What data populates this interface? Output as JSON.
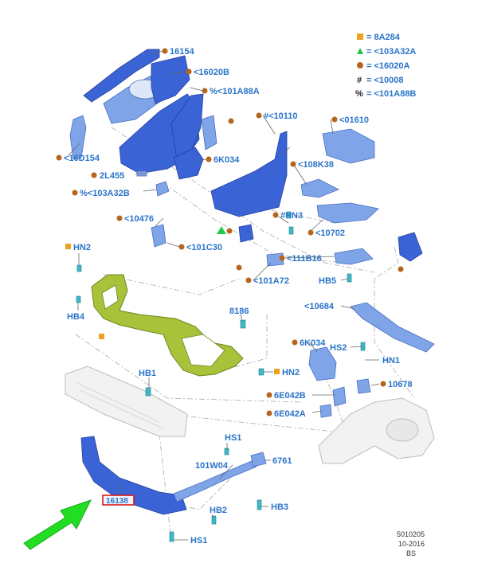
{
  "legend": {
    "items": [
      {
        "symbol": "■",
        "color": "#f0a020",
        "text": "= 8A284"
      },
      {
        "symbol": "▲",
        "color": "#22c94a",
        "text": "= <103A32A"
      },
      {
        "symbol": "●",
        "color": "#b5651d",
        "text": "= <16020A"
      },
      {
        "symbol": "#",
        "color": "#222222",
        "text": "= <10008"
      },
      {
        "symbol": "%",
        "color": "#222222",
        "text": "= <101A88B"
      }
    ]
  },
  "labels": {
    "l16154": "16154",
    "l16020b": "<16020B",
    "l101a88a": "%<101A88A",
    "l16d154": "<16D154",
    "l2l455": "2L455",
    "l103a32b": "%<103A32B",
    "l10476": "<10476",
    "l101c30": "<101C30",
    "l6k034a": "6K034",
    "l10110": "#<10110",
    "l01610": "<01610",
    "l108k38": "<108K38",
    "lhn3": "#HN3",
    "l10702": "<10702",
    "l111b16": "<111B16",
    "l101a72": "<101A72",
    "lhb5": "HB5",
    "lhn2a": "HN2",
    "lhb4": "HB4",
    "l8186": "8186",
    "l10684": "<10684",
    "l6k034b": "6K034",
    "lhs2": "HS2",
    "lhn1": "HN1",
    "lhb1": "HB1",
    "lhn2b": "HN2",
    "l10678": "10678",
    "l6e042b": "6E042B",
    "l6e042a": "6E042A",
    "lhs1a": "HS1",
    "l101w04": "101W04",
    "l6761": "6761",
    "lhb3": "HB3",
    "lhb2": "HB2",
    "lhs1b": "HS1",
    "l16138": "16138"
  },
  "footer": {
    "code": "5010205",
    "date": "10-2016",
    "initials": "BS"
  },
  "colors": {
    "label_blue": "#2a74c8",
    "part_blue": "#3a63d6",
    "bracket_green": "#a8c23a",
    "arrow_green": "#22dd22",
    "highlight_red": "#d81818"
  }
}
